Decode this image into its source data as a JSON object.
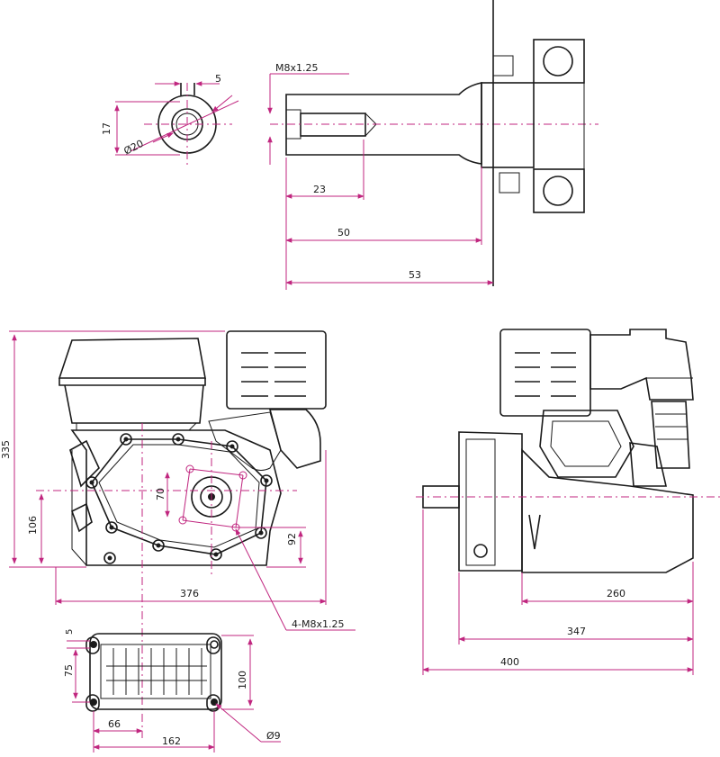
{
  "shaft_detail": {
    "key_width": "5",
    "key_depth": "17",
    "shaft_diameter": "Ø20",
    "thread": "M8x1.25",
    "thread_depth": "23",
    "shaft_length": "50",
    "shaft_total": "53"
  },
  "front_view": {
    "height": "335",
    "axis_height": "106",
    "bolt_vertical": "70",
    "bolt_offset": "92",
    "width": "376",
    "bolt_callout": "4-M8x1.25"
  },
  "base_view": {
    "edge": "5",
    "hole_spacing_v": "75",
    "depth": "100",
    "hole_offset": "66",
    "hole_spacing_h": "162",
    "hole_diameter": "Ø9"
  },
  "side_view": {
    "dim_a": "260",
    "dim_b": "347",
    "dim_c": "400"
  }
}
